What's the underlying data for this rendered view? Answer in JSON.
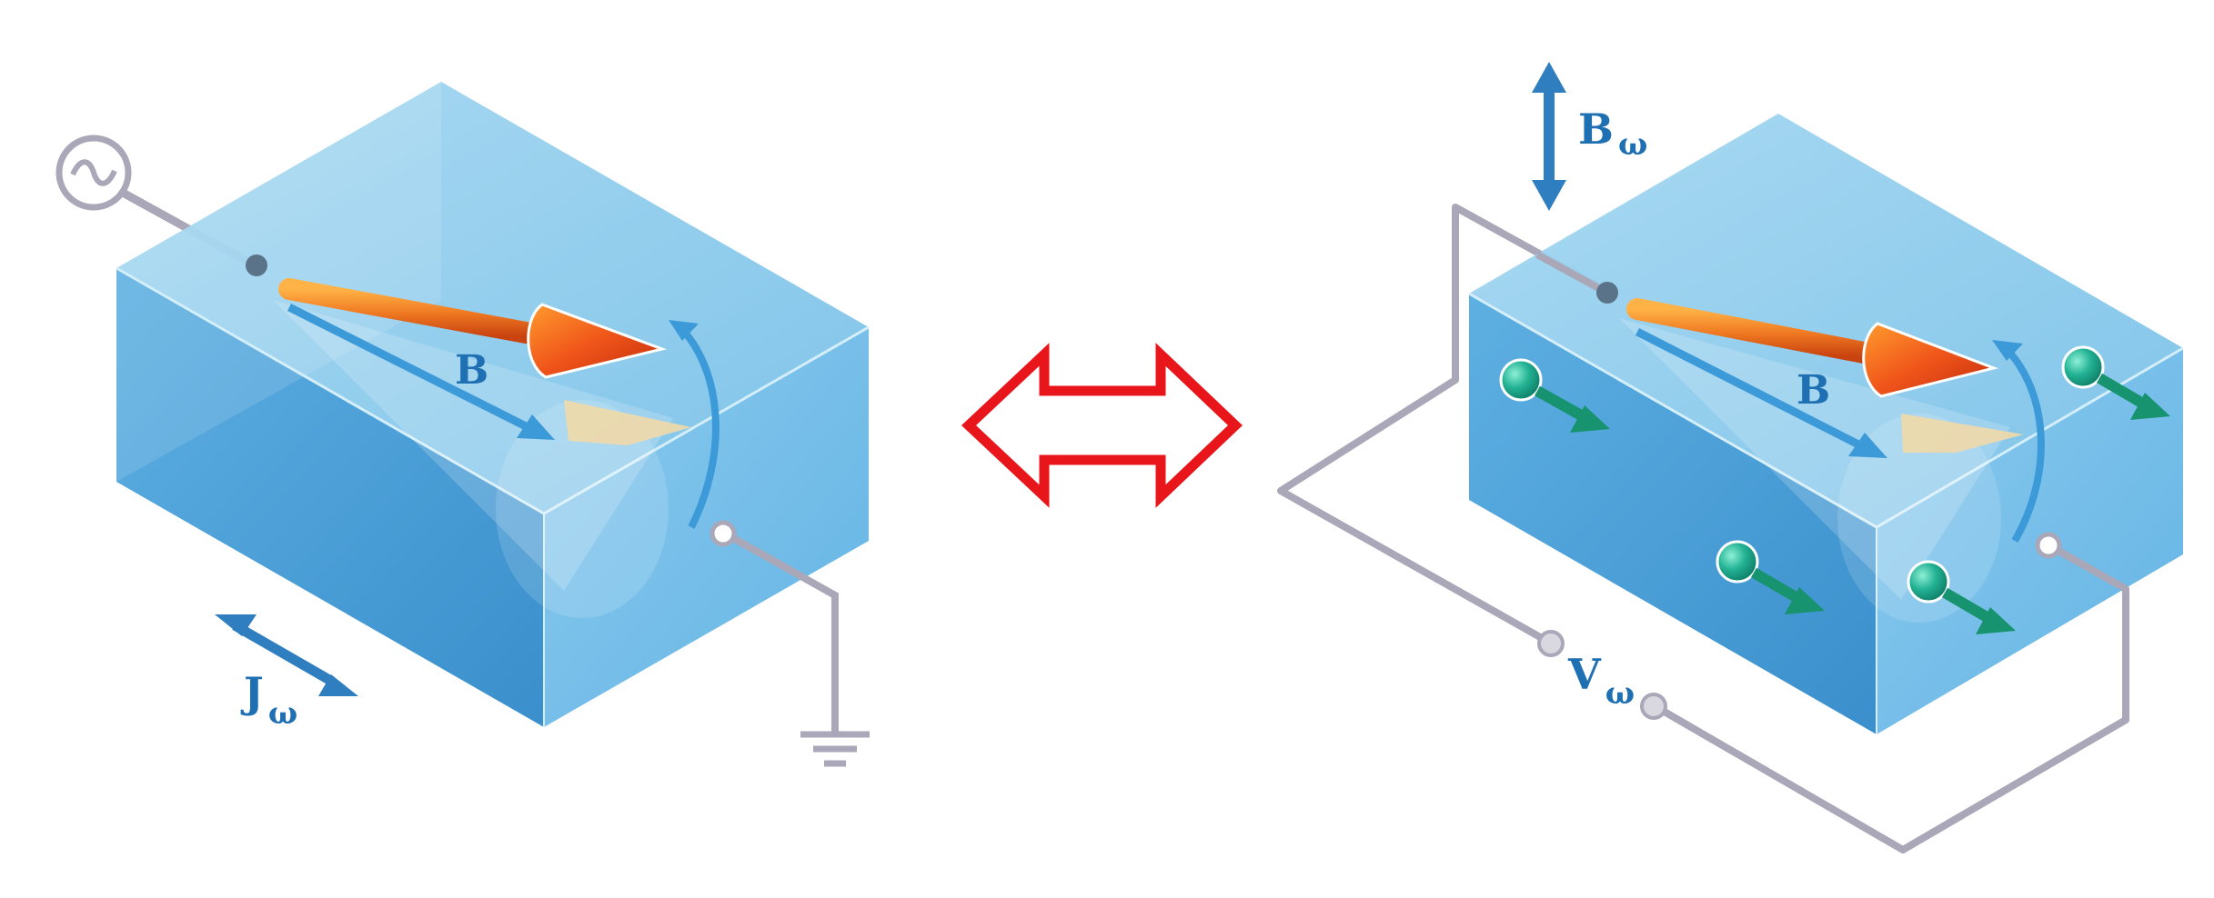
{
  "left_panel": {
    "field_label": "B",
    "current_label": {
      "main": "J",
      "sub": "ω"
    }
  },
  "right_panel": {
    "field_label": "B",
    "ac_field_label": {
      "main": "B",
      "sub": "ω"
    },
    "voltage_label": {
      "main": "V",
      "sub": "ω"
    }
  },
  "colors": {
    "slab": "#5fb2e3",
    "slab_dark": "#3d97d1",
    "arrow_blue": "#2f7fc0",
    "magnet": "#ef5a1c",
    "electron": "#1fa58a",
    "wire": "#a9a7b8",
    "reciprocity_arrow": "#e8161b"
  }
}
